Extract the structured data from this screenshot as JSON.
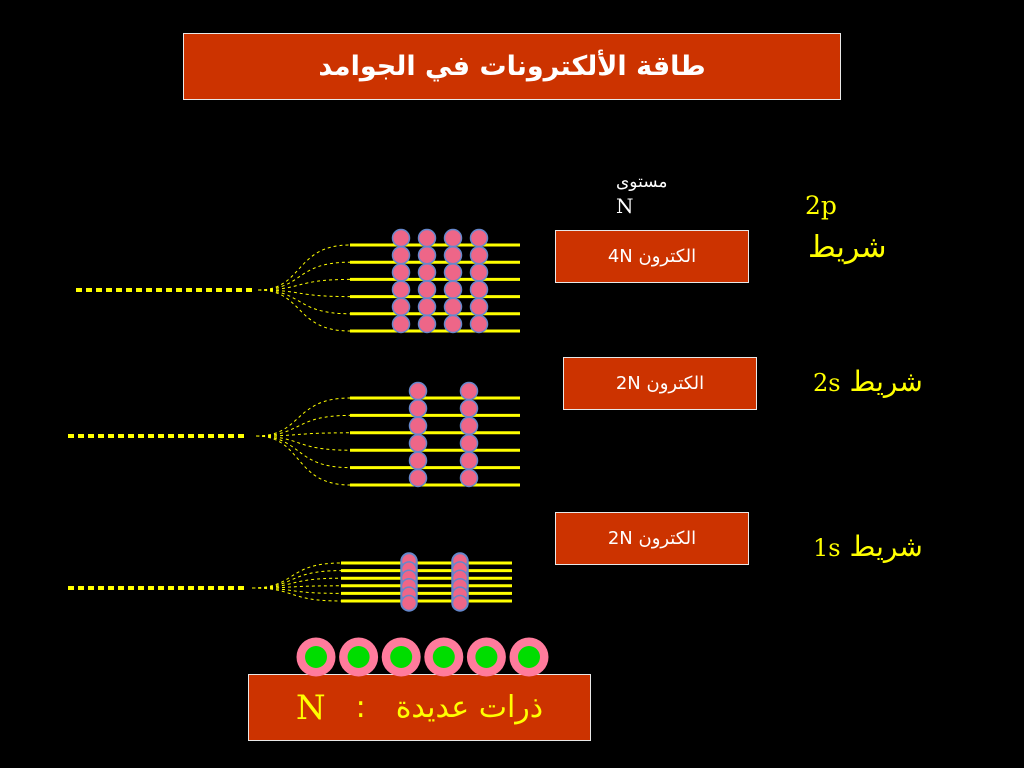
{
  "title": "طاقة الألكترونات في الجوامد",
  "level": {
    "label": "مستوى",
    "symbol": "N"
  },
  "bands": [
    {
      "orbital": "2p",
      "band_word": "شريط",
      "electrons": "4N الكترون"
    },
    {
      "orbital": "2s",
      "band_word": "شريط",
      "electrons": "2N الكترون"
    },
    {
      "orbital": "1s",
      "band_word": "شريط",
      "electrons": "2N الكترون"
    }
  ],
  "atoms": {
    "label": "ذرات عديدة",
    "colon": ":",
    "symbol": "N",
    "count_shown": 6
  },
  "colors": {
    "background": "#000000",
    "box_fill": "#cc3300",
    "level_line": "#ffff00",
    "electron": "#ee6688",
    "atom_ring": "#ff7b9c",
    "atom_core": "#00dd00"
  }
}
